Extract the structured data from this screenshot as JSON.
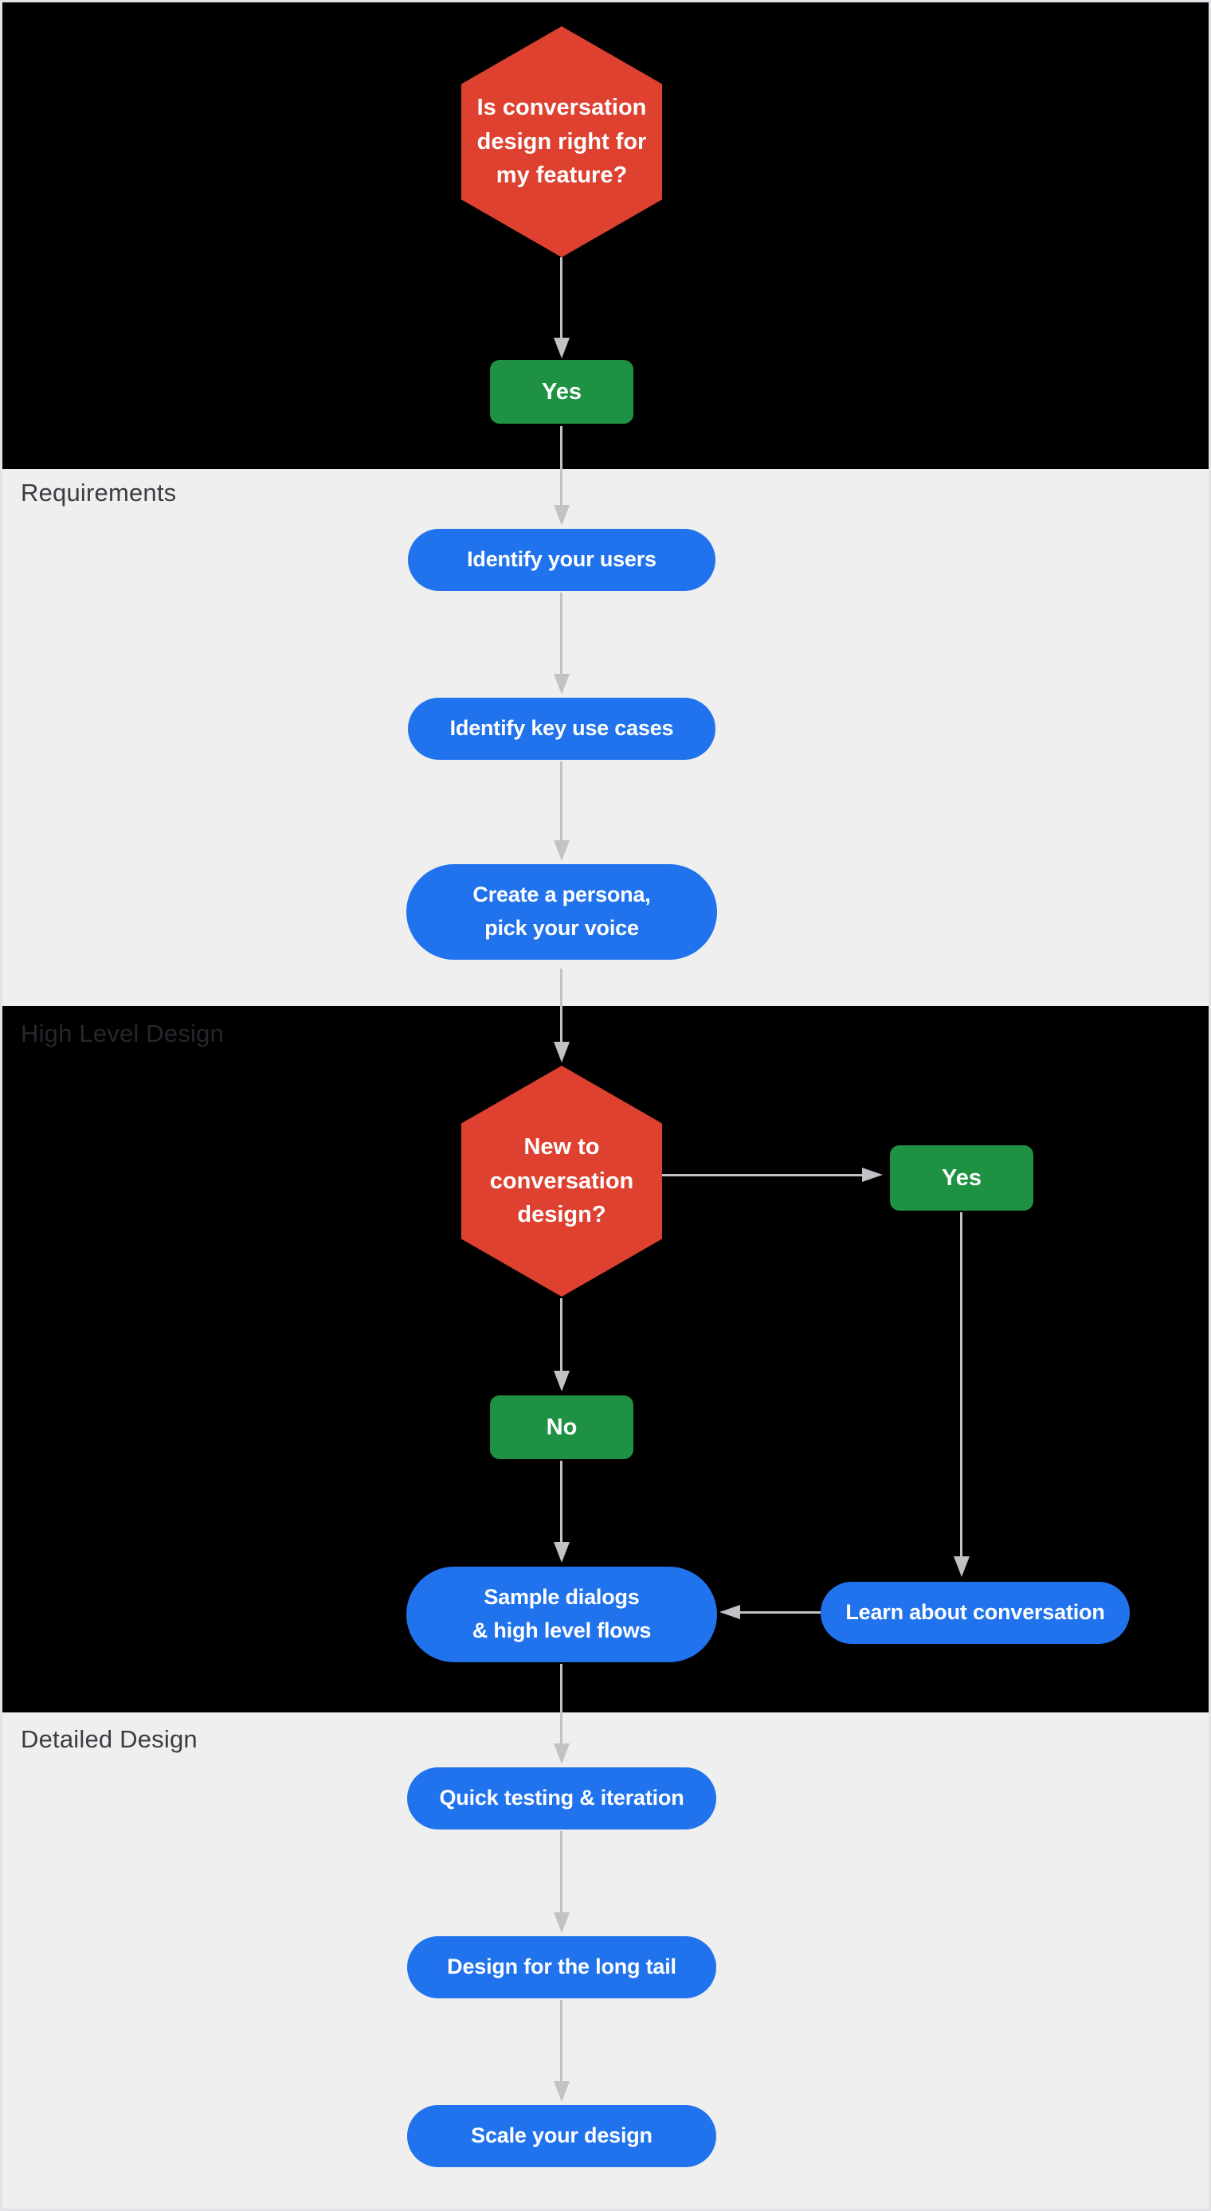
{
  "palette": {
    "section_dark_bg": "#000000",
    "section_light_bg": "#EFEFF0",
    "decision_red": "#DE4130",
    "answer_green": "#1F9143",
    "step_blue": "#2073EC",
    "connector_gray": "#C0C2C5",
    "shape_text": "#FFFFFF",
    "label_on_light_section": "#3A3D41",
    "label_on_dark_section": "#24282D"
  },
  "sections": [
    {
      "label": "",
      "theme": "dark"
    },
    {
      "label": "Requirements",
      "theme": "light"
    },
    {
      "label": "High Level Design",
      "theme": "dark"
    },
    {
      "label": "Detailed Design",
      "theme": "light"
    }
  ],
  "nodes": {
    "q1": {
      "type": "decision",
      "lines": [
        "Is conversation",
        "design right for",
        "my feature?"
      ]
    },
    "yes1": {
      "type": "answer",
      "label": "Yes"
    },
    "identify_users": {
      "type": "step",
      "label": "Identify your users"
    },
    "identify_use_cases": {
      "type": "step",
      "label": "Identify key use cases"
    },
    "create_persona": {
      "type": "step",
      "lines": [
        "Create a persona,",
        "pick your voice"
      ]
    },
    "q2": {
      "type": "decision",
      "lines": [
        "New to",
        "conversation",
        "design?"
      ]
    },
    "yes2": {
      "type": "answer",
      "label": "Yes"
    },
    "no1": {
      "type": "answer",
      "label": "No"
    },
    "sample_dialogs": {
      "type": "step",
      "lines": [
        "Sample dialogs",
        "& high level flows"
      ]
    },
    "learn_conversation": {
      "type": "step",
      "label": "Learn about conversation"
    },
    "quick_testing": {
      "type": "step",
      "label": "Quick testing & iteration"
    },
    "long_tail": {
      "type": "step",
      "label": "Design for the long tail"
    },
    "scale_design": {
      "type": "step",
      "label": "Scale your design"
    }
  }
}
